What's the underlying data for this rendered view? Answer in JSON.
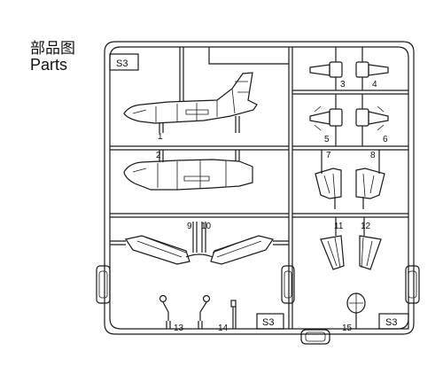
{
  "header": {
    "title_cn": "部品图",
    "title_en": "Parts"
  },
  "sprue_code": "S3",
  "part_numbers": [
    "1",
    "2",
    "3",
    "4",
    "5",
    "6",
    "7",
    "8",
    "9",
    "10",
    "11",
    "12",
    "13",
    "14",
    "15"
  ]
}
